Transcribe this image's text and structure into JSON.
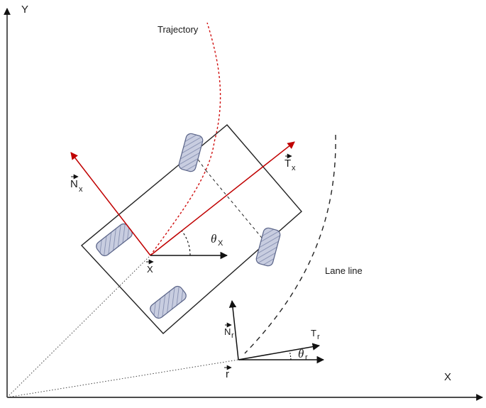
{
  "axes": {
    "y_label": "Y",
    "x_label": "X"
  },
  "labels": {
    "trajectory": "Trajectory",
    "lane_line": "Lane line",
    "vehicle_position": "X",
    "road_position": "r",
    "theta_x": "θ",
    "theta_x_sub": "X",
    "theta_r": "θ",
    "theta_r_sub": "r",
    "normal_x": "N",
    "normal_x_sub": "x",
    "tangent_x": "T",
    "tangent_x_sub": "x",
    "normal_r": "N",
    "normal_r_sub": "r",
    "tangent_r": "T",
    "tangent_r_sub": "r"
  },
  "colors": {
    "vehicle_vectors": "#c00000",
    "trajectory": "#d01010",
    "outline": "#222222",
    "tire_fill": "#c8cde0",
    "tire_stroke": "#5a6488"
  }
}
